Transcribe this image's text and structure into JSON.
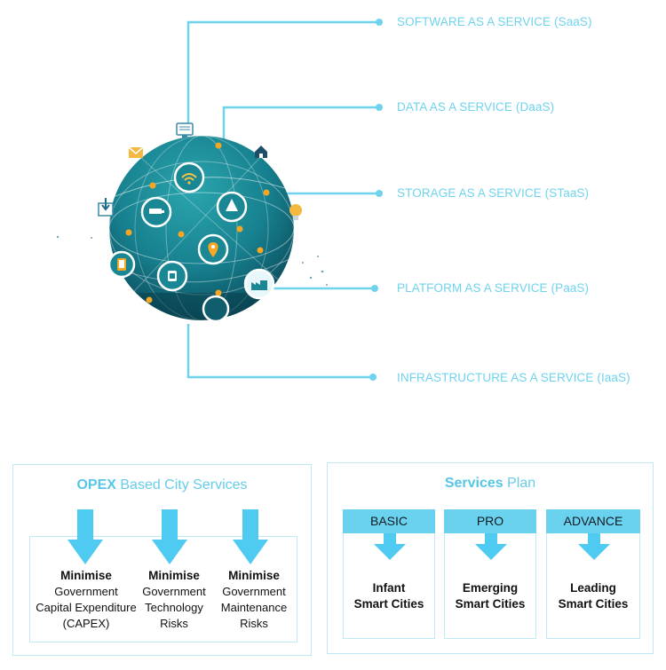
{
  "services": [
    {
      "label": "SOFTWARE AS A SERVICE (SaaS)"
    },
    {
      "label": "DATA AS A SERVICE (DaaS)"
    },
    {
      "label": "STORAGE AS A SERVICE (STaaS)"
    },
    {
      "label": "PLATFORM AS A SERVICE (PaaS)"
    },
    {
      "label": "INFRASTRUCTURE AS A SERVICE (IaaS)"
    }
  ],
  "globe_icons": [
    "monitor-icon",
    "mail-icon",
    "home-icon",
    "download-icon",
    "bulb-icon",
    "tablet-icon",
    "wifi-icon",
    "cctv-icon",
    "traffic-sign-icon",
    "location-pin-icon",
    "watch-icon",
    "factory-icon"
  ],
  "opex": {
    "title_bold": "OPEX",
    "title_rest": " Based City Services",
    "items": [
      {
        "heading": "Minimise",
        "line1": "Government",
        "line2": "Capital Expenditure",
        "line3": "(CAPEX)"
      },
      {
        "heading": "Minimise",
        "line1": "Government",
        "line2": "Technology",
        "line3": "Risks"
      },
      {
        "heading": "Minimise",
        "line1": "Government",
        "line2": "Maintenance",
        "line3": "Risks"
      }
    ]
  },
  "plan": {
    "title_bold": "Services",
    "title_rest": " Plan",
    "tiers": [
      {
        "name": "BASIC",
        "line1": "Infant",
        "line2": "Smart Cities"
      },
      {
        "name": "PRO",
        "line1": "Emerging",
        "line2": "Smart Cities"
      },
      {
        "name": "ADVANCE",
        "line1": "Leading",
        "line2": "Smart Cities"
      }
    ]
  },
  "colors": {
    "accent": "#6fd3ee",
    "globe_dark": "#0d4f5e",
    "globe_mid": "#1a8795",
    "node_orange": "#f5a623",
    "border": "#bfeaf6"
  }
}
